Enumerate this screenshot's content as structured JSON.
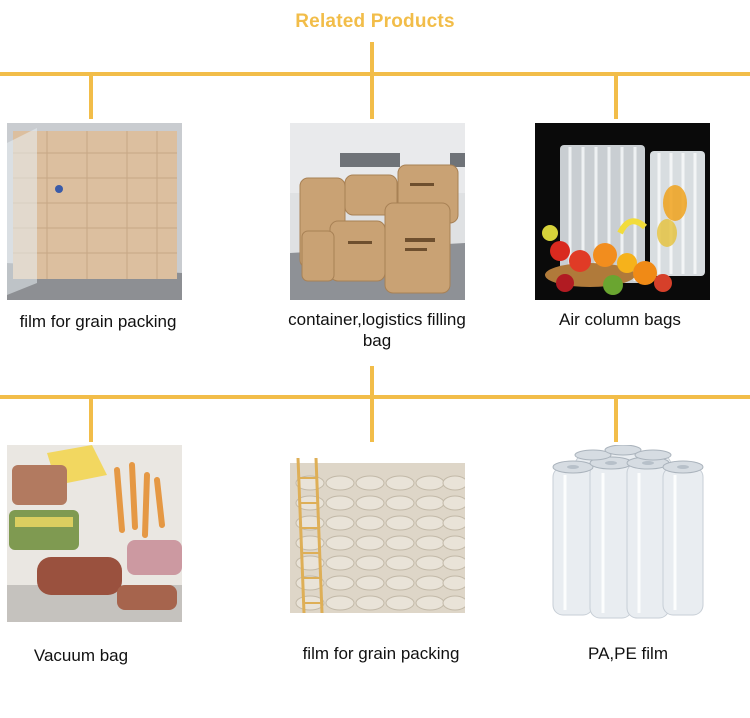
{
  "header": {
    "title": "Related Products"
  },
  "row1": {
    "products": [
      {
        "label": "film for grain packing"
      },
      {
        "label": "container,logistics filling bag"
      },
      {
        "label": "Air column bags"
      }
    ]
  },
  "row2": {
    "products": [
      {
        "label": "Vacuum bag"
      },
      {
        "label": "film for grain packing"
      },
      {
        "label": "PA,PE film"
      }
    ]
  },
  "colors": {
    "accent": "#f2bd49",
    "text": "#111111",
    "background": "#ffffff"
  }
}
